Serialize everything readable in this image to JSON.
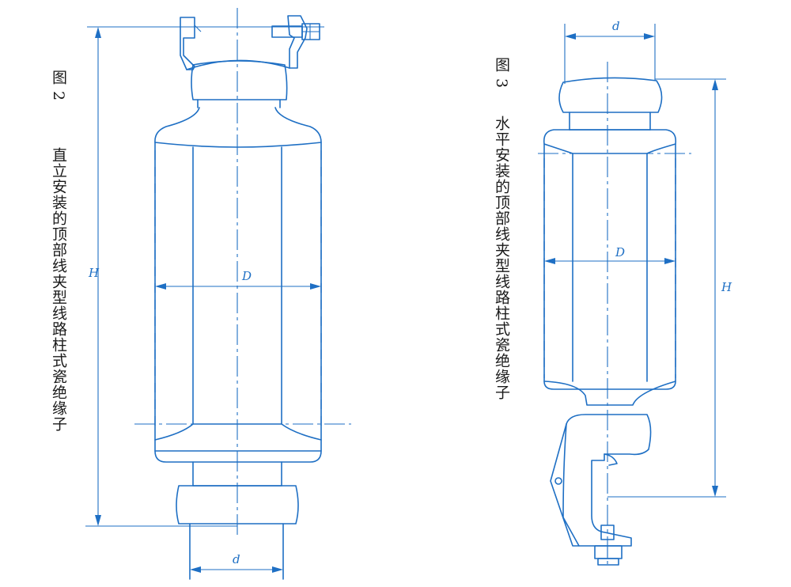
{
  "colors": {
    "line": "#1e6fc4",
    "text": "#1a1a1a",
    "background": "#ffffff"
  },
  "figure2": {
    "number": "图 2",
    "caption": "直立安装的顶部线夹型线路柱式瓷绝缘子",
    "dim_H": "H",
    "dim_D": "D",
    "dim_d": "d"
  },
  "figure3": {
    "number": "图 3",
    "caption": "水平安装的顶部线夹型线路柱式瓷绝缘子",
    "dim_H": "H",
    "dim_D": "D",
    "dim_d": "d"
  }
}
